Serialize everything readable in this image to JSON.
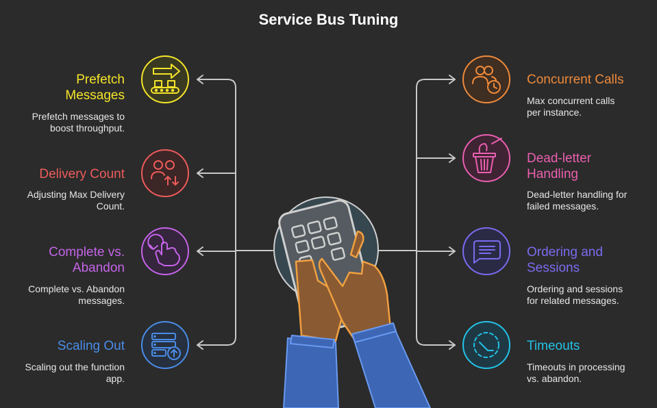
{
  "title": "Service Bus Tuning",
  "colors": {
    "background": "#2b2b2b",
    "connector": "#c9c9c9",
    "prefetch": "#f5e52a",
    "delivery": "#ef5b5b",
    "complete": "#c564e8",
    "scaling": "#4b8de8",
    "concurrent": "#ef8a3a",
    "deadletter": "#ec5fb0",
    "ordering": "#7b6cf0",
    "timeouts": "#22c3e8",
    "hand": "#8a5a32",
    "sleeve": "#3d66b4"
  },
  "left_items": [
    {
      "title_lines": [
        "Prefetch",
        "Messages"
      ],
      "desc_lines": [
        "Prefetch messages to",
        "boost throughput."
      ],
      "icon": "conveyor-arrow-icon"
    },
    {
      "title_lines": [
        "Delivery Count"
      ],
      "desc_lines": [
        "Adjusting Max Delivery",
        "Count."
      ],
      "icon": "users-transfer-icon"
    },
    {
      "title_lines": [
        "Complete vs.",
        "Abandon"
      ],
      "desc_lines": [
        "Complete vs. Abandon",
        "messages."
      ],
      "icon": "hand-refresh-icon"
    },
    {
      "title_lines": [
        "Scaling Out"
      ],
      "desc_lines": [
        "Scaling out the function",
        "app."
      ],
      "icon": "server-upload-icon"
    }
  ],
  "right_items": [
    {
      "title_lines": [
        "Concurrent Calls"
      ],
      "desc_lines": [
        "Max concurrent calls",
        "per instance."
      ],
      "icon": "users-clock-icon"
    },
    {
      "title_lines": [
        "Dead-letter",
        "Handling"
      ],
      "desc_lines": [
        "Dead-letter handling for",
        "failed messages."
      ],
      "icon": "trash-basket-icon"
    },
    {
      "title_lines": [
        "Ordering and",
        "Sessions"
      ],
      "desc_lines": [
        "Ordering and sessions",
        "for related messages."
      ],
      "icon": "message-lines-icon"
    },
    {
      "title_lines": [
        "Timeouts"
      ],
      "desc_lines": [
        "Timeouts in processing",
        "vs. abandon."
      ],
      "icon": "timer-icon"
    }
  ]
}
